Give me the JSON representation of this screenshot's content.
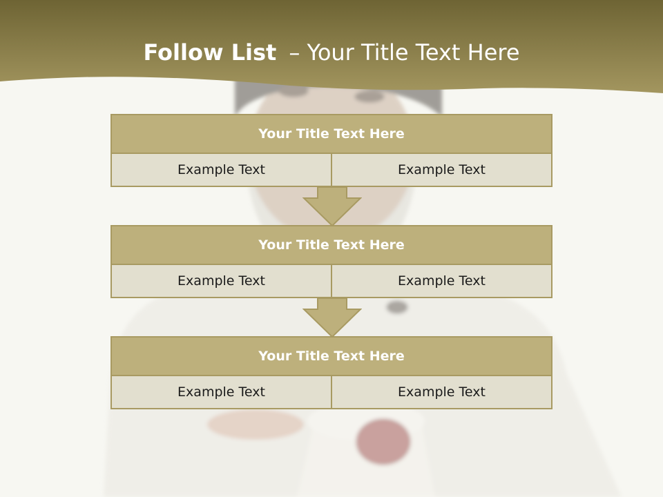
{
  "slide": {
    "title_bold": "Follow List",
    "title_rest": "–  Your Title Text Here"
  },
  "colors": {
    "header_band": "#8c7f45",
    "box_title_fill": "#bdb07c",
    "box_border": "#a89a62",
    "box_cell_fill": "#e2dfcf",
    "background": "#f7f7f2"
  },
  "boxes": [
    {
      "title": "Your Title Text Here",
      "left": "Example Text",
      "right": "Example Text"
    },
    {
      "title": "Your Title Text Here",
      "left": "Example Text",
      "right": "Example Text"
    },
    {
      "title": "Your Title Text Here",
      "left": "Example Text",
      "right": "Example Text"
    }
  ],
  "arrows": [
    {
      "icon": "down-arrow-icon"
    },
    {
      "icon": "down-arrow-icon"
    }
  ]
}
